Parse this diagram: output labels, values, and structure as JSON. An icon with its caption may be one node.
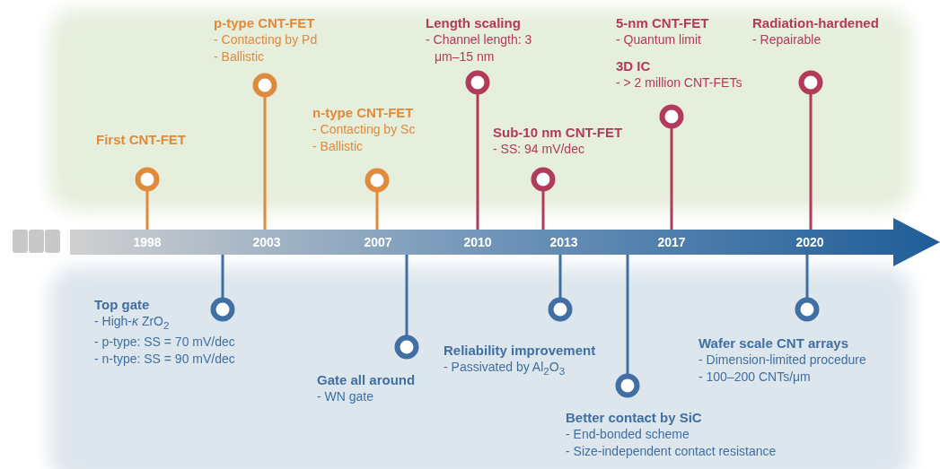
{
  "diagram": {
    "nodes": [
      {
        "text": [
          "First CNT-FET"
        ]
      },
      {
        "text": [
          "p-type CNT-FET",
          "- Contacting by Pd",
          "- Ballistic"
        ]
      },
      {
        "text": [
          "n-type CNT-FET",
          "- Contacting by Sc",
          "- Ballistic"
        ]
      },
      {
        "text": [
          "Length scaling",
          "- Channel length: 3 μm–15 nm"
        ]
      },
      {
        "text": [
          "Sub-10 nm CNT-FET",
          "- SS: 94 mV/dec"
        ]
      },
      {
        "text": [
          "5-nm CNT-FET",
          "- Quantum limit"
        ]
      },
      {
        "text": [
          "3D IC",
          "- > 2 million CNT-FETs"
        ]
      },
      {
        "text": [
          "Radiation-hardened",
          "- Repairable"
        ]
      },
      {
        "text": [
          "Top gate",
          "- High-*κ* ZrO$_{2}$",
          "- p-type: SS = 70 mV/dec",
          "- n-type: SS = 90 mV/dec"
        ]
      },
      {
        "text": [
          "Gate all around",
          "- WN gate"
        ]
      },
      {
        "text": [
          "Reliability improvement",
          "- Passivated by Al$_{2}$O$_{3}$"
        ]
      },
      {
        "text": [
          "Better contact by SiC",
          "- End-bonded scheme",
          "- Size-independent contact resistance"
        ]
      },
      {
        "text": [
          "Wafer scale CNT arrays",
          "- Dimension-limited procedure",
          "- 100–200 CNTs/μm"
        ]
      }
    ],
    "labels": [
      "1998",
      "2003",
      "2007",
      "2010",
      "2013",
      "2017",
      "2020"
    ]
  }
}
